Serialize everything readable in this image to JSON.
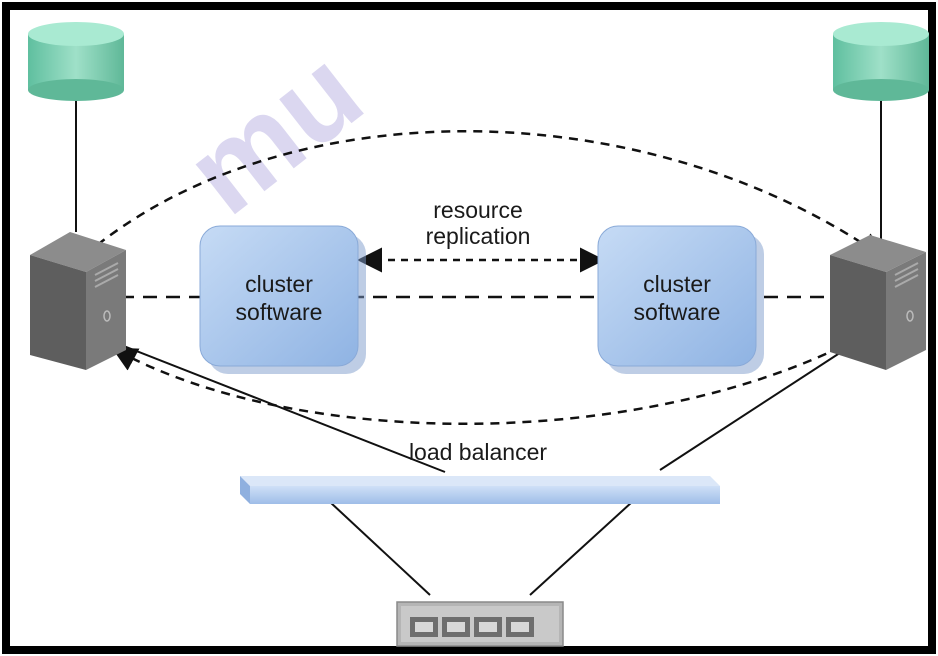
{
  "diagram": {
    "replication_label": [
      "resource",
      "replication"
    ],
    "left_cluster_label": [
      "cluster",
      "software"
    ],
    "right_cluster_label": [
      "cluster",
      "software"
    ],
    "load_balancer_label": "load balancer",
    "watermark": "mu"
  },
  "colors": {
    "cluster_fill": "#a9c6ec",
    "database_fill": "#7ecfb4",
    "server_fill": "#6b6b6b",
    "load_balancer_fill": "#b9d0f0",
    "frame": "#000000"
  },
  "icons": [
    "database-icon",
    "server-icon",
    "network-switch-icon"
  ]
}
